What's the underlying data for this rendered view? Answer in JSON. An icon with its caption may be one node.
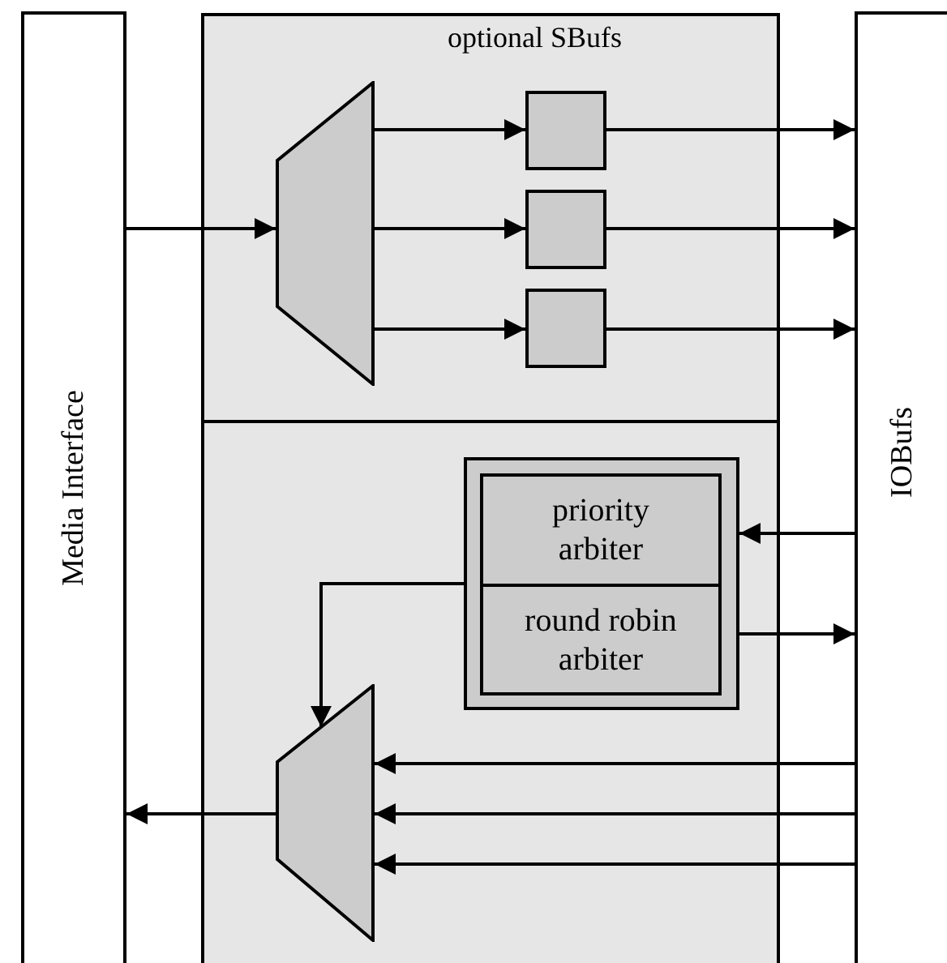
{
  "diagram": {
    "nodes": [
      {
        "text": [
          "Media Interface"
        ]
      },
      {
        "text": [
          "optional SBufs"
        ]
      },
      {
        "text": [],
        "shape": "trapezoid",
        "in": 1
      },
      {
        "text": [],
        "shape": "box",
        "in": 1
      },
      {
        "text": [],
        "shape": "box",
        "in": 1
      },
      {
        "text": [],
        "shape": "box",
        "in": 1
      },
      {
        "text": [],
        "shape": "box"
      },
      {
        "text": [],
        "shape": "box",
        "in": 6
      },
      {
        "text": [
          "priority arbiter"
        ],
        "in": 7
      },
      {
        "text": [
          "round robin arbiter"
        ],
        "in": 7
      },
      {
        "text": [],
        "shape": "trapezoid",
        "in": 6
      },
      {
        "text": [
          "IOBufs"
        ]
      }
    ],
    "edges": [
      {
        "from": 0,
        "to": 2,
        "arrow": "to"
      },
      {
        "from": 2,
        "to": 3,
        "arrow": "to"
      },
      {
        "from": 2,
        "to": 4,
        "arrow": "to"
      },
      {
        "from": 2,
        "to": 5,
        "arrow": "to"
      },
      {
        "from": 3,
        "to": 11,
        "arrow": "to"
      },
      {
        "from": 4,
        "to": 11,
        "arrow": "to"
      },
      {
        "from": 5,
        "to": 11,
        "arrow": "to"
      },
      {
        "from": 11,
        "to": 7,
        "arrow": "to"
      },
      {
        "from": 7,
        "to": 11,
        "arrow": "to"
      },
      {
        "from": 7,
        "to": 10,
        "arrow": "to"
      },
      {
        "from": 11,
        "to": 10,
        "arrow": "to"
      },
      {
        "from": 11,
        "to": 10,
        "arrow": "to"
      },
      {
        "from": 11,
        "to": 10,
        "arrow": "to"
      },
      {
        "from": 10,
        "to": 0,
        "arrow": "to"
      }
    ]
  }
}
